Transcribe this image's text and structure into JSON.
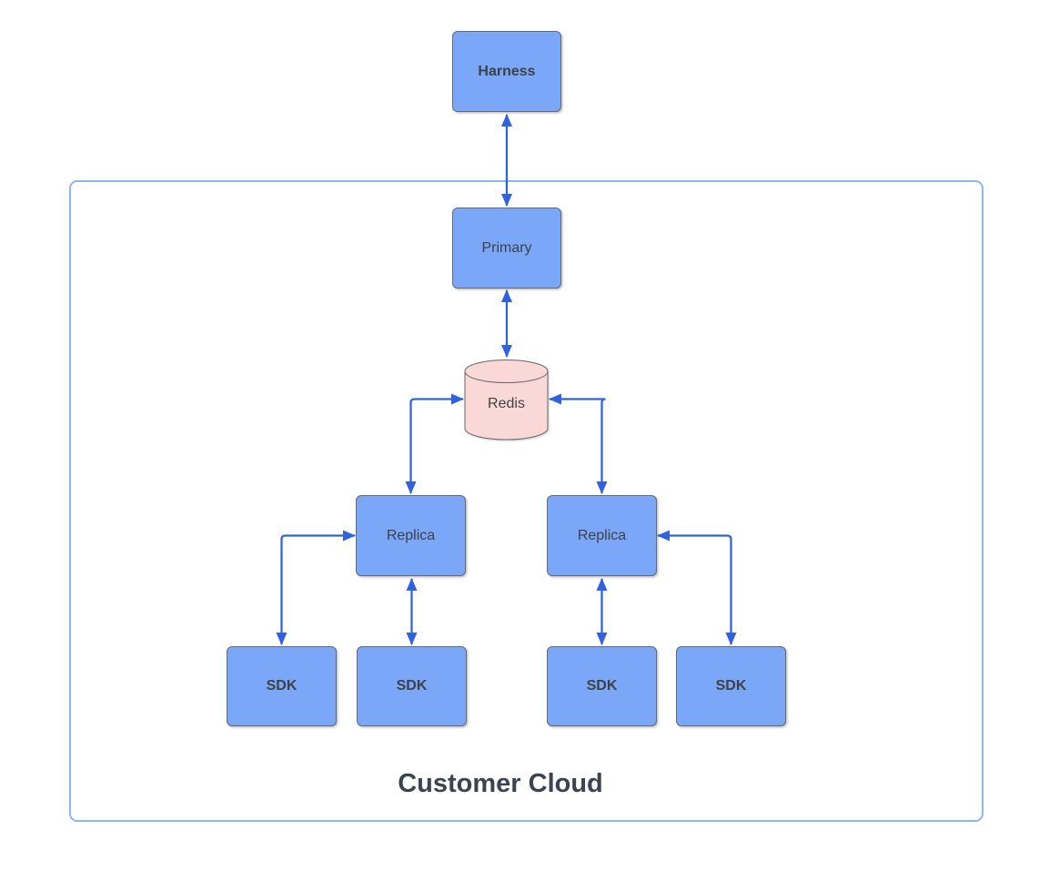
{
  "diagram": {
    "nodes": {
      "harness": {
        "label": "Harness"
      },
      "primary": {
        "label": "Primary"
      },
      "redis": {
        "label": "Redis"
      },
      "replica_left": {
        "label": "Replica"
      },
      "replica_right": {
        "label": "Replica"
      },
      "sdk1": {
        "label": "SDK"
      },
      "sdk2": {
        "label": "SDK"
      },
      "sdk3": {
        "label": "SDK"
      },
      "sdk4": {
        "label": "SDK"
      }
    },
    "container": {
      "label": "Customer Cloud"
    },
    "connections": [
      "Harness <-> Primary",
      "Primary <-> Redis",
      "Redis <-> Replica (left)",
      "Redis <-> Replica (right)",
      "Replica (left) <-> SDK (outer left)",
      "Replica (left) <-> SDK (inner left)",
      "Replica (right) <-> SDK (inner right)",
      "Replica (right) <-> SDK (outer right)"
    ]
  },
  "colors": {
    "canvas-bg": "#FFFFFF",
    "node-fill": "#7AA7F8",
    "node-border": "#66696F",
    "redis-fill": "#FAD8D6",
    "arrow": "#2F62E0",
    "container-border": "#8EB4F8",
    "label-text": "#3F4145",
    "container-label-text": "#3C4453"
  }
}
